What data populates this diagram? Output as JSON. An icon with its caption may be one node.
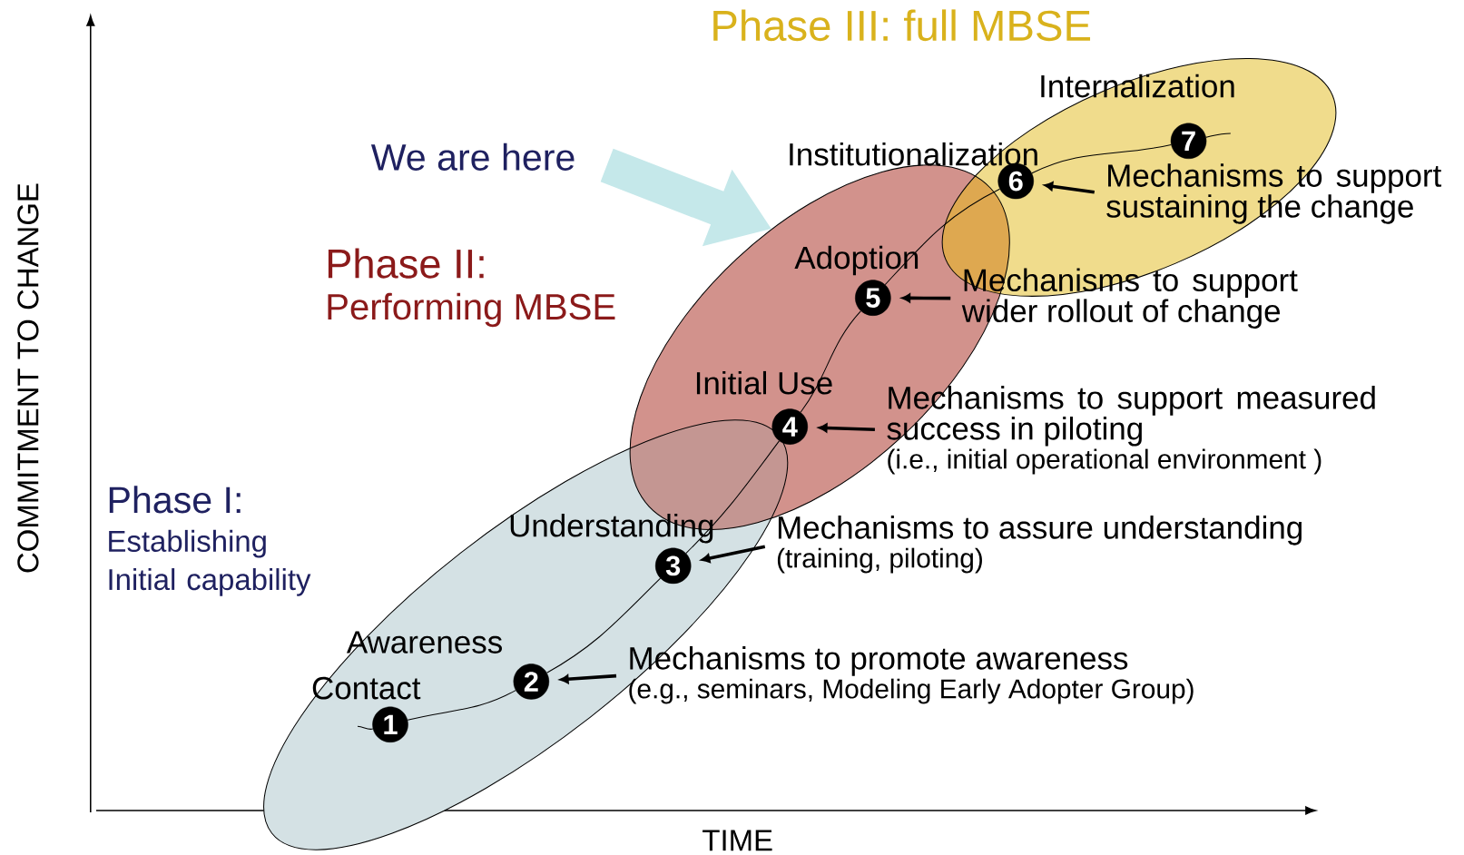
{
  "diagram": {
    "nodes": [
      {
        "text": [
          "1"
        ],
        "beside": [
          "Contact"
        ]
      },
      {
        "text": [
          "2"
        ],
        "beside": [
          "Awareness"
        ]
      },
      {
        "text": [
          "3"
        ],
        "beside": [
          "Understanding"
        ]
      },
      {
        "text": [
          "4"
        ],
        "beside": [
          "Initial Use"
        ]
      },
      {
        "text": [
          "5"
        ],
        "beside": [
          "Adoption"
        ]
      },
      {
        "text": [
          "6"
        ],
        "beside": [
          "Institutionalization"
        ]
      },
      {
        "text": [
          "7"
        ],
        "beside": [
          "Internalization"
        ]
      },
      {
        "text": [
          "Mechanisms to promote awareness",
          "(e.g., seminars, Modeling Early Adopter Group)"
        ]
      },
      {
        "text": [
          "Mechanisms to assure understanding",
          "(training, piloting)"
        ]
      },
      {
        "text": [
          "Mechanisms to support measured success in piloting",
          "(i.e., initial operational environment )"
        ]
      },
      {
        "text": [
          "Mechanisms to support wider rollout of change"
        ]
      },
      {
        "text": [
          "Mechanisms to support sustaining the change"
        ]
      }
    ],
    "edges": [
      {
        "from": 0,
        "to": 1,
        "arrow": "none"
      },
      {
        "from": 1,
        "to": 2,
        "arrow": "none"
      },
      {
        "from": 2,
        "to": 3,
        "arrow": "none"
      },
      {
        "from": 3,
        "to": 4,
        "arrow": "none"
      },
      {
        "from": 4,
        "to": 5,
        "arrow": "none"
      },
      {
        "from": 5,
        "to": 6,
        "arrow": "none"
      },
      {
        "from": 7,
        "to": 1,
        "arrow": "to",
        "style": "thick"
      },
      {
        "from": 8,
        "to": 2,
        "arrow": "to",
        "style": "thick"
      },
      {
        "from": 9,
        "to": 3,
        "arrow": "to",
        "style": "thick"
      },
      {
        "from": 10,
        "to": 4,
        "arrow": "to",
        "style": "thick"
      },
      {
        "from": 11,
        "to": 5,
        "arrow": "to",
        "style": "thick"
      }
    ],
    "labels": [
      "Phase III: full MBSE",
      "We are here",
      "Phase II:",
      "Performing MBSE",
      "Phase I:",
      "Establishing Initial capability",
      "COMMITMENT TO CHANGE",
      "TIME"
    ]
  }
}
